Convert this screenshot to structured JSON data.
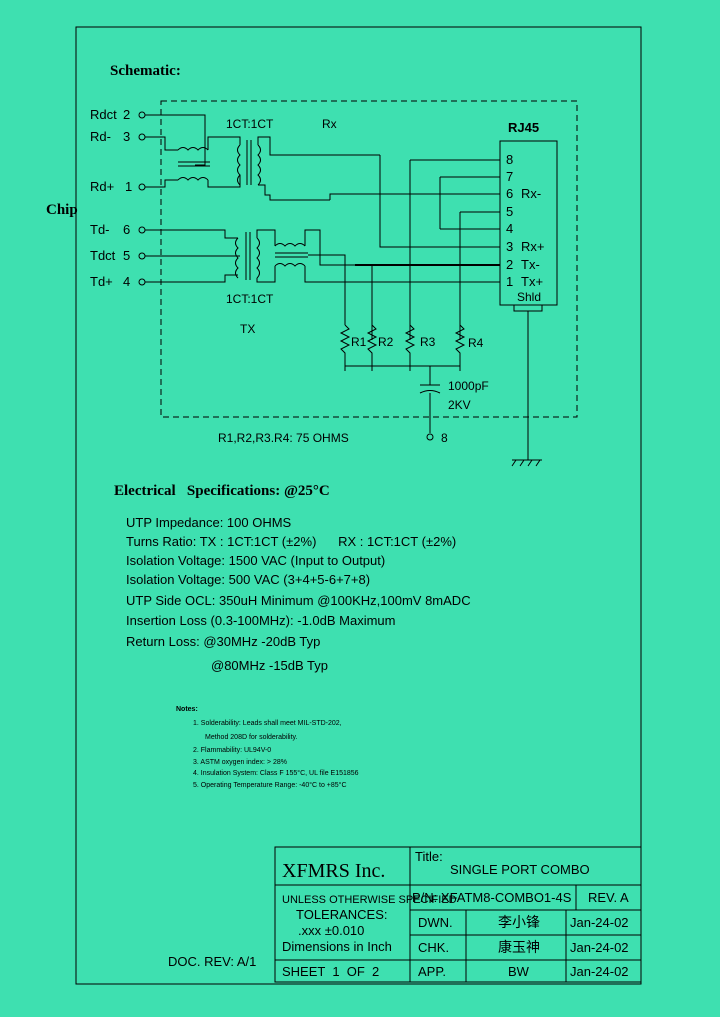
{
  "schematic": {
    "heading": "Schematic:",
    "chip_label": "Chip",
    "left_pins": [
      {
        "label": "Rdct",
        "num": "2"
      },
      {
        "label": "Rd-",
        "num": "3"
      },
      {
        "label": "Rd+",
        "num": "1"
      },
      {
        "label": "Td-",
        "num": "6"
      },
      {
        "label": "Tdct",
        "num": "5"
      },
      {
        "label": "Td+",
        "num": "4"
      }
    ],
    "rx_ratio": "1CT:1CT",
    "rx_label": "Rx",
    "tx_ratio": "1CT:1CT",
    "tx_label": "TX",
    "rj45": {
      "title": "RJ45",
      "pins": [
        {
          "num": "8",
          "name": ""
        },
        {
          "num": "7",
          "name": ""
        },
        {
          "num": "6",
          "name": "Rx-"
        },
        {
          "num": "5",
          "name": ""
        },
        {
          "num": "4",
          "name": ""
        },
        {
          "num": "3",
          "name": "Rx+"
        },
        {
          "num": "2",
          "name": "Tx-"
        },
        {
          "num": "1",
          "name": "Tx+"
        }
      ],
      "shield": "Shld"
    },
    "resistors": [
      "R1",
      "R2",
      "R3",
      "R4"
    ],
    "capacitor_value": "1000pF",
    "capacitor_voltage": "2KV",
    "ground_pin": "8",
    "resistor_note": "R1,R2,R3.R4: 75 OHMS"
  },
  "electrical": {
    "heading": "Electrical   Specifications: @25°C",
    "lines": [
      "UTP Impedance: 100 OHMS",
      "Turns Ratio: TX : 1CT:1CT (±2%)      RX : 1CT:1CT (±2%)",
      "Isolation Voltage: 1500 VAC (Input to Output)",
      "Isolation Voltage: 500 VAC (3+4+5-6+7+8)",
      "UTP Side OCL: 350uH Minimum @100KHz,100mV 8mADC",
      "Insertion Loss (0.3-100MHz): -1.0dB Maximum",
      "Return Loss: @30MHz -20dB Typ",
      "@80MHz -15dB Typ"
    ]
  },
  "notes": {
    "heading": "Notes:",
    "items": [
      "1. Solderability: Leads shall meet MIL-STD-202,",
      "Method 208D for solderability.",
      "2. Flammability: UL94V-0",
      "3. ASTM oxygen index: > 28%",
      "4. Insulation System: Class F 155°C, UL file E151856",
      "5. Operating Temperature Range: -40°C to +85°C"
    ]
  },
  "title_block": {
    "company": "XFMRS Inc.",
    "title_label": "Title:",
    "title_value": "SINGLE PORT COMBO",
    "unless": "UNLESS OTHERWISE SPECIFIED",
    "tolerances": "TOLERANCES:",
    "tol_value": ".xxx ±0.010",
    "dimensions": "Dimensions in Inch",
    "pn": "P/N: XFATM8-COMBO1-4S",
    "rev": "REV. A",
    "dwn_label": "DWN.",
    "dwn_sig": "李小锋",
    "dwn_date": "Jan-24-02",
    "chk_label": "CHK.",
    "chk_sig": "康玉神",
    "chk_date": "Jan-24-02",
    "app_label": "APP.",
    "app_sig": "BW",
    "app_date": "Jan-24-02",
    "sheet": "SHEET  1  OF  2",
    "doc_rev": "DOC. REV: A/1"
  }
}
